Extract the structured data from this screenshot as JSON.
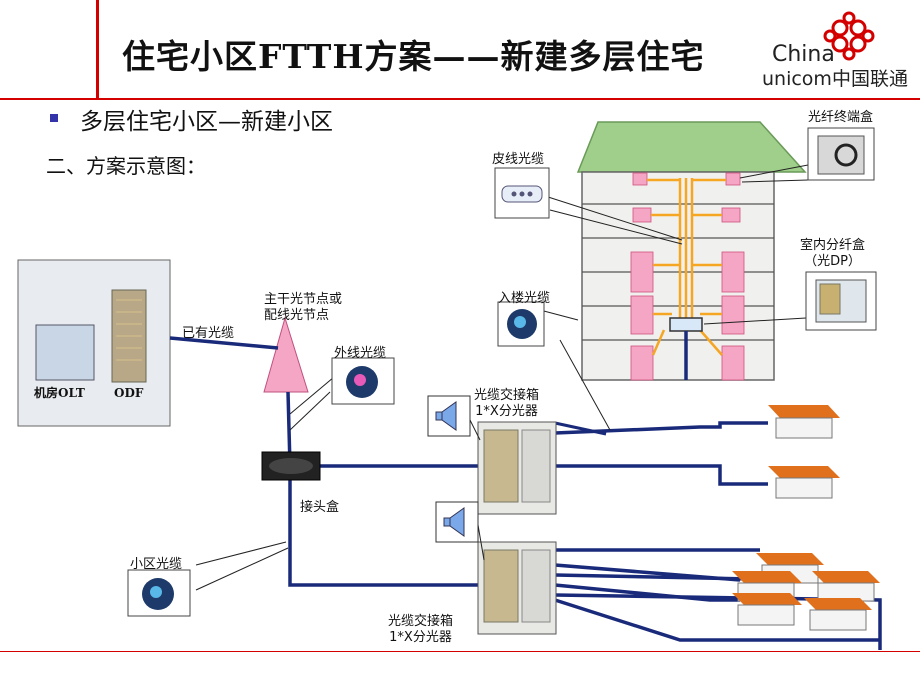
{
  "header": {
    "title": "住宅小区FTTH方案——新建多层住宅",
    "logo_line1": "China",
    "logo_line2": "unicom中国联通"
  },
  "content": {
    "bullet_heading": "多层住宅小区—新建小区",
    "sub_heading": "二、方案示意图："
  },
  "labels": {
    "olt": "机房OLT",
    "odf": "ODF",
    "existing_cable": "已有光缆",
    "main_node": "主干光节点或\n配线光节点",
    "outside_cable": "外线光缆",
    "splice_box": "接头盒",
    "community_cable": "小区光缆",
    "drop_cable": "皮线光缆",
    "building_entry_cable": "入楼光缆",
    "cross_connect_1": "光缆交接箱\n1*X分光器",
    "cross_connect_2": "光缆交接箱\n1*X分光器",
    "fiber_terminal_box": "光纤终端盒",
    "indoor_dp": "室内分纤盒\n（光DP）"
  },
  "colors": {
    "accent_red": "#d40000",
    "fiber_blue": "#1a2a7a",
    "drop_orange": "#f5a623",
    "roof_green": "#9fcf8a",
    "window_pink": "#f4a6c4",
    "roof_orange": "#e0701c"
  }
}
